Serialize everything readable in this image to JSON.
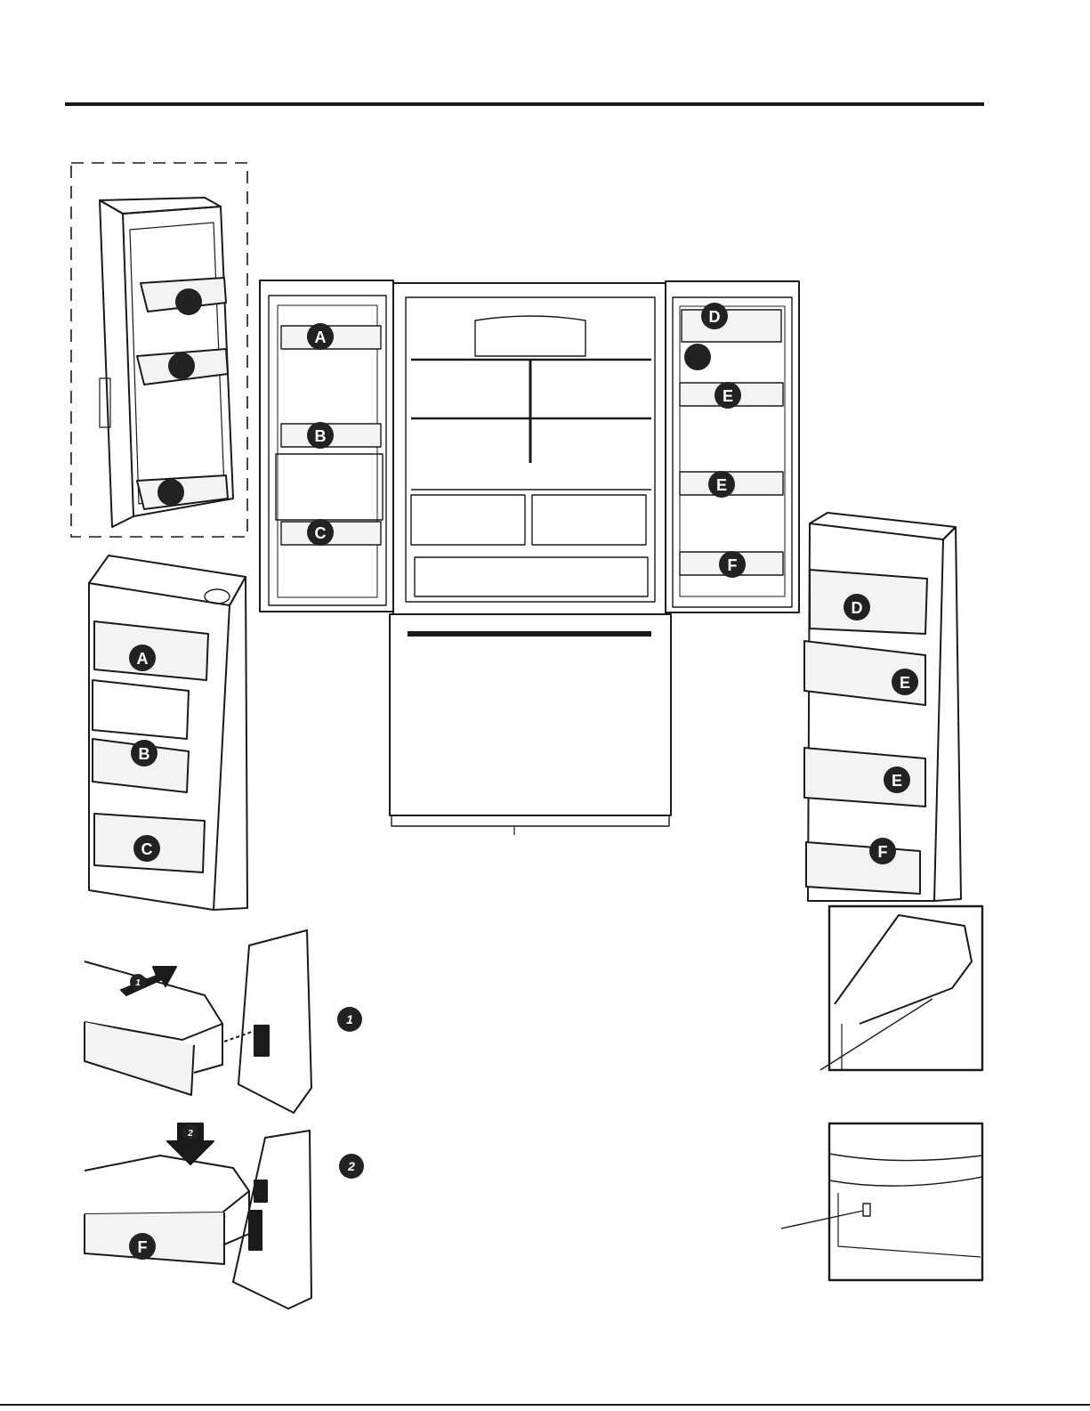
{
  "colors": {
    "ink": "#1a1a1a",
    "paper": "#ffffff",
    "marker": "#222222",
    "bin_shade": "#f3f3f3"
  },
  "icons": [
    "bin-marker-circle",
    "step-badge",
    "push-arrow-icon",
    "down-arrow-icon",
    "dashed-callout-box"
  ],
  "markers": {
    "center_left_door": [
      "A",
      "B",
      "C"
    ],
    "center_right_door": [
      "D",
      "",
      "E",
      "E",
      "F"
    ],
    "left_door_detail": [
      "A",
      "B",
      "C"
    ],
    "right_door_detail": [
      "D",
      "E",
      "E",
      "F"
    ],
    "step2_bin": "F"
  },
  "steps": {
    "step1": "1",
    "step2": "2"
  }
}
